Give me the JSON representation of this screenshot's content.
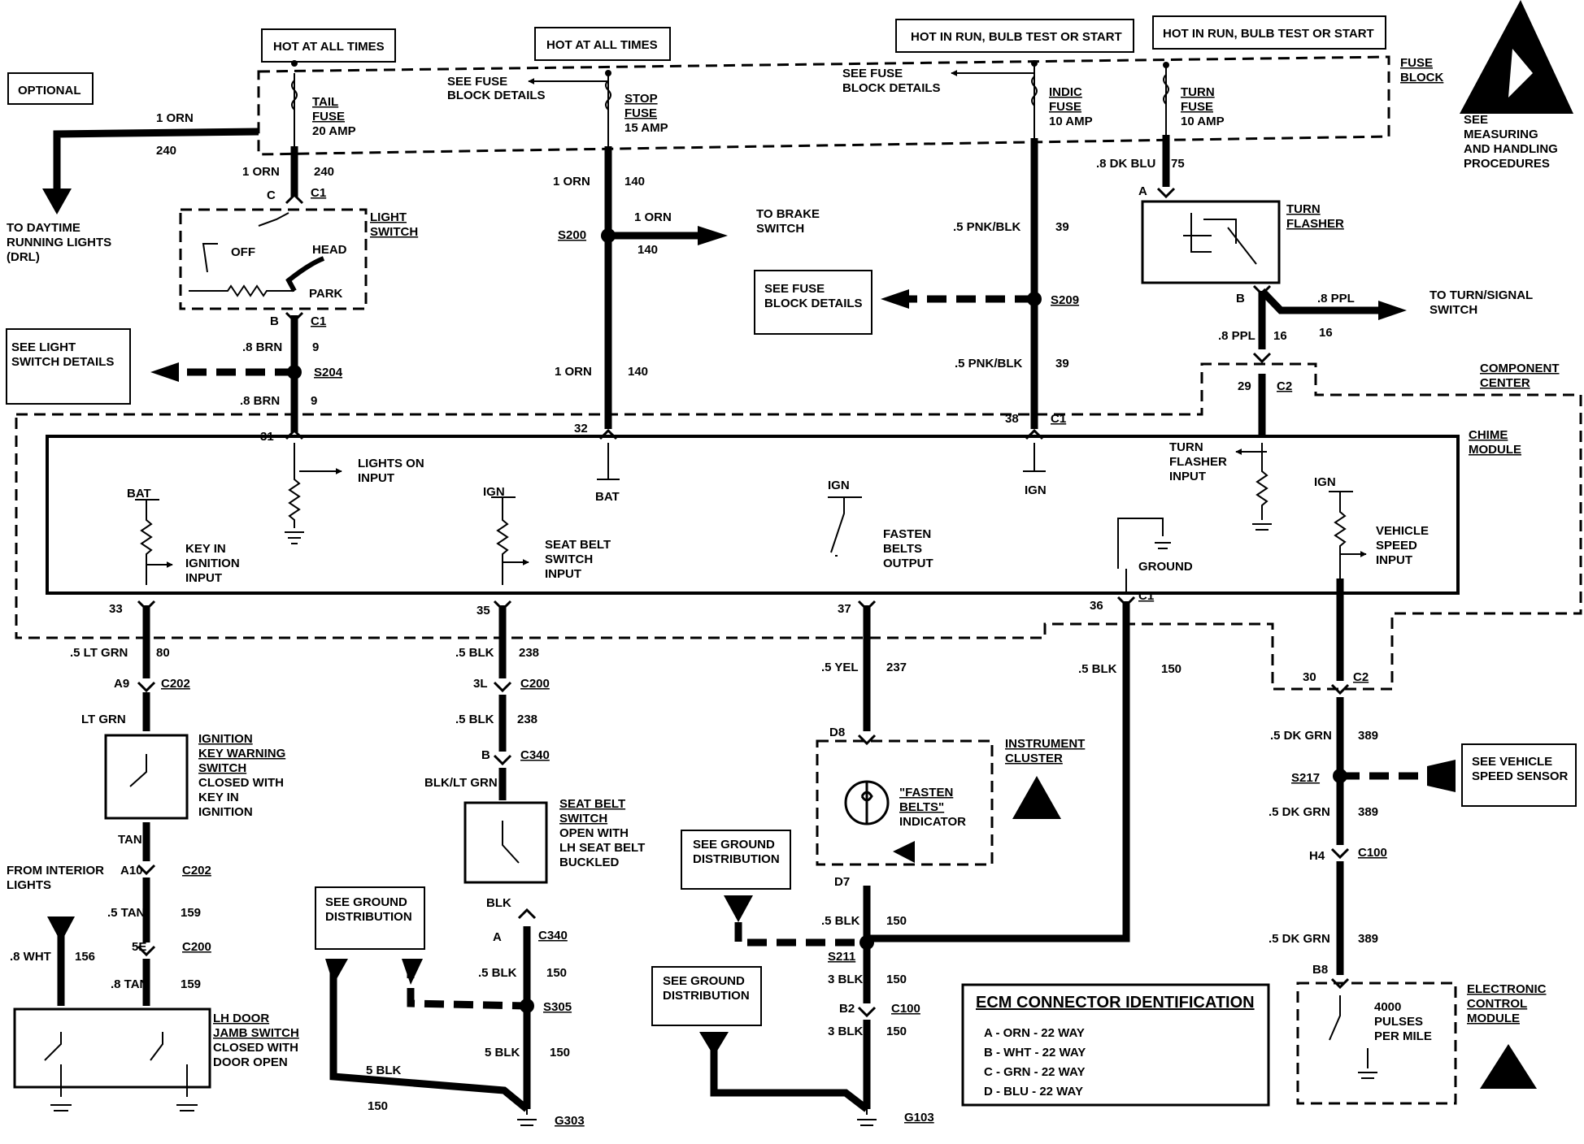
{
  "top_boxes": {
    "hot1": "HOT AT ALL TIMES",
    "hot2": "HOT AT ALL TIMES",
    "hot3": "HOT IN RUN, BULB TEST OR START",
    "hot4": "HOT IN RUN, BULB TEST OR START",
    "optional": "OPTIONAL"
  },
  "fuse_block": {
    "label1": "FUSE",
    "label2": "BLOCK",
    "tail": [
      "TAIL",
      "FUSE",
      "20 AMP"
    ],
    "stop": [
      "STOP",
      "FUSE",
      "15 AMP"
    ],
    "indic": [
      "INDIC",
      "FUSE",
      "10 AMP"
    ],
    "turn": [
      "TURN",
      "FUSE",
      "10 AMP"
    ],
    "see_details_1": [
      "SEE FUSE",
      "BLOCK DETAILS"
    ],
    "see_details_2": [
      "SEE FUSE",
      "BLOCK DETAILS"
    ]
  },
  "esd_note": [
    "SEE",
    "MEASURING",
    "AND HANDLING",
    "PROCEDURES"
  ],
  "left": {
    "drl": [
      "TO DAYTIME",
      "RUNNING LIGHTS",
      "(DRL)"
    ],
    "w_1orn": "1 ORN",
    "w_240": "240",
    "w_1orn_b": "1 ORN",
    "w_240_b": "240",
    "c": "C",
    "c1": "C1",
    "light_switch": [
      "LIGHT",
      "SWITCH"
    ],
    "off": "OFF",
    "head": "HEAD",
    "park": "PARK",
    "b": "B",
    "c1b": "C1",
    "w_8brn": ".8 BRN",
    "w_9": "9",
    "s204": "S204",
    "see_light": [
      "SEE LIGHT",
      "SWITCH DETAILS"
    ],
    "w_8brn_b": ".8 BRN",
    "w_9_b": "9",
    "pin31": "31"
  },
  "stop_col": {
    "w_1orn": "1 ORN",
    "w_140": "140",
    "s200": "S200",
    "w_1orn_r": "1 ORN",
    "w_140_r": "140",
    "brake": [
      "TO BRAKE",
      "SWITCH"
    ],
    "w_1orn_b": "1 ORN",
    "w_140_b": "140",
    "pin32": "32"
  },
  "indic_col": {
    "w_pnk": ".5 PNK/BLK",
    "w_39": "39",
    "s209": "S209",
    "see_fuse": [
      "SEE FUSE",
      "BLOCK DETAILS"
    ],
    "w_pnk_b": ".5 PNK/BLK",
    "w_39_b": "39",
    "pin38": "38",
    "c1": "C1"
  },
  "turn_col": {
    "w_dkblu": ".8 DK BLU",
    "w_75": "75",
    "a": "A",
    "flasher": [
      "TURN",
      "FLASHER"
    ],
    "b": "B",
    "w_8ppl": ".8 PPL",
    "w_16": "16",
    "to_turn": [
      "TO TURN/SIGNAL",
      "SWITCH"
    ],
    "w_8ppl_b": ".8 PPL",
    "w_16_b": "16",
    "pin29": "29",
    "c2": "C2",
    "component": [
      "COMPONENT",
      "CENTER"
    ]
  },
  "chime": {
    "title": [
      "CHIME",
      "MODULE"
    ],
    "lights_on": [
      "LIGHTS ON",
      "INPUT"
    ],
    "bat1": "BAT",
    "bat2": "BAT",
    "ign1": "IGN",
    "turn_flasher_input": [
      "TURN",
      "FLASHER",
      "INPUT"
    ],
    "key_in": [
      "KEY IN",
      "IGNITION",
      "INPUT"
    ],
    "seat_belt": [
      "SEAT BELT",
      "SWITCH",
      "INPUT"
    ],
    "fasten": [
      "FASTEN",
      "BELTS",
      "OUTPUT"
    ],
    "ground": "GROUND",
    "vehicle_speed": [
      "VEHICLE",
      "SPEED",
      "INPUT"
    ],
    "bat_top": "BAT",
    "ign_top": "IGN",
    "ign_top2": "IGN",
    "ign_top3": "IGN",
    "pin33": "33",
    "pin35": "35",
    "pin37": "37",
    "pin36": "36",
    "c1": "C1",
    "pin30": "30",
    "c2": "C2"
  },
  "bottom_left": {
    "w_ltgrn": ".5 LT GRN",
    "w_80": "80",
    "a9": "A9",
    "c202": "C202",
    "ltgrn": "LT GRN",
    "ign_switch": [
      "IGNITION",
      "KEY WARNING",
      "SWITCH",
      "CLOSED WITH",
      "KEY IN",
      "IGNITION"
    ],
    "tan": "TAN",
    "a10": "A10",
    "c202b": "C202",
    "interior": [
      "FROM INTERIOR",
      "LIGHTS"
    ],
    "w_5tan": ".5 TAN",
    "w_159": "159",
    "5e": "5E",
    "c200": "C200",
    "w_8wht": ".8 WHT",
    "w_156": "156",
    "w_8tan": ".8 TAN",
    "w_159b": "159",
    "door": [
      "LH DOOR",
      "JAMB SWITCH",
      "CLOSED WITH",
      "DOOR OPEN"
    ]
  },
  "seat_col": {
    "w_5blk": ".5 BLK",
    "w_238": "238",
    "3l": "3L",
    "c200": "C200",
    "w_5blk_b": ".5 BLK",
    "w_238_b": "238",
    "b": "B",
    "c340": "C340",
    "blkltgrn": "BLK/LT GRN",
    "seat_switch": [
      "SEAT BELT",
      "SWITCH",
      "OPEN WITH",
      "LH SEAT BELT",
      "BUCKLED"
    ],
    "blk": "BLK",
    "a": "A",
    "c340b": "C340",
    "see_ground": [
      "SEE GROUND",
      "DISTRIBUTION"
    ],
    "w_5blk_c": ".5 BLK",
    "w_150": "150",
    "s305": "S305",
    "w_5blk_d": "5 BLK",
    "w_150b": "150",
    "w_5blk_e": "5 BLK",
    "w_150c": "150",
    "g303": "G303"
  },
  "fasten_col": {
    "w_5yel": ".5 YEL",
    "w_237": "237",
    "d8": "D8",
    "cluster": [
      "INSTRUMENT",
      "CLUSTER"
    ],
    "indicator": [
      "\"FASTEN",
      "BELTS\"",
      "INDICATOR"
    ],
    "d7": "D7",
    "see_ground1": [
      "SEE GROUND",
      "DISTRIBUTION"
    ],
    "w_5blk": ".5 BLK",
    "w_150": "150",
    "s211": "S211",
    "w_3blk": "3 BLK",
    "w_150b": "150",
    "b2": "B2",
    "c100": "C100",
    "w_3blk_b": "3 BLK",
    "w_150c": "150",
    "see_ground2": [
      "SEE GROUND",
      "DISTRIBUTION"
    ],
    "g103": "G103",
    "w_gnd_5blk": ".5 BLK",
    "w_gnd_150": "150"
  },
  "ecm_box": {
    "title": "ECM CONNECTOR IDENTIFICATION",
    "rows": [
      "A - ORN - 22 WAY",
      "B - WHT - 22 WAY",
      "C - GRN - 22 WAY",
      "D - BLU - 22 WAY"
    ]
  },
  "speed_col": {
    "w_dkgrn": ".5 DK GRN",
    "w_389": "389",
    "s217": "S217",
    "see_vss": [
      "SEE VEHICLE",
      "SPEED SENSOR"
    ],
    "w_dkgrn_b": ".5 DK GRN",
    "w_389_b": "389",
    "h4": "H4",
    "c100": "C100",
    "w_dkgrn_c": ".5 DK GRN",
    "w_389_c": "389",
    "b8": "B8",
    "pulses": [
      "4000",
      "PULSES",
      "PER MILE"
    ],
    "ecm": [
      "ELECTRONIC",
      "CONTROL",
      "MODULE"
    ]
  }
}
